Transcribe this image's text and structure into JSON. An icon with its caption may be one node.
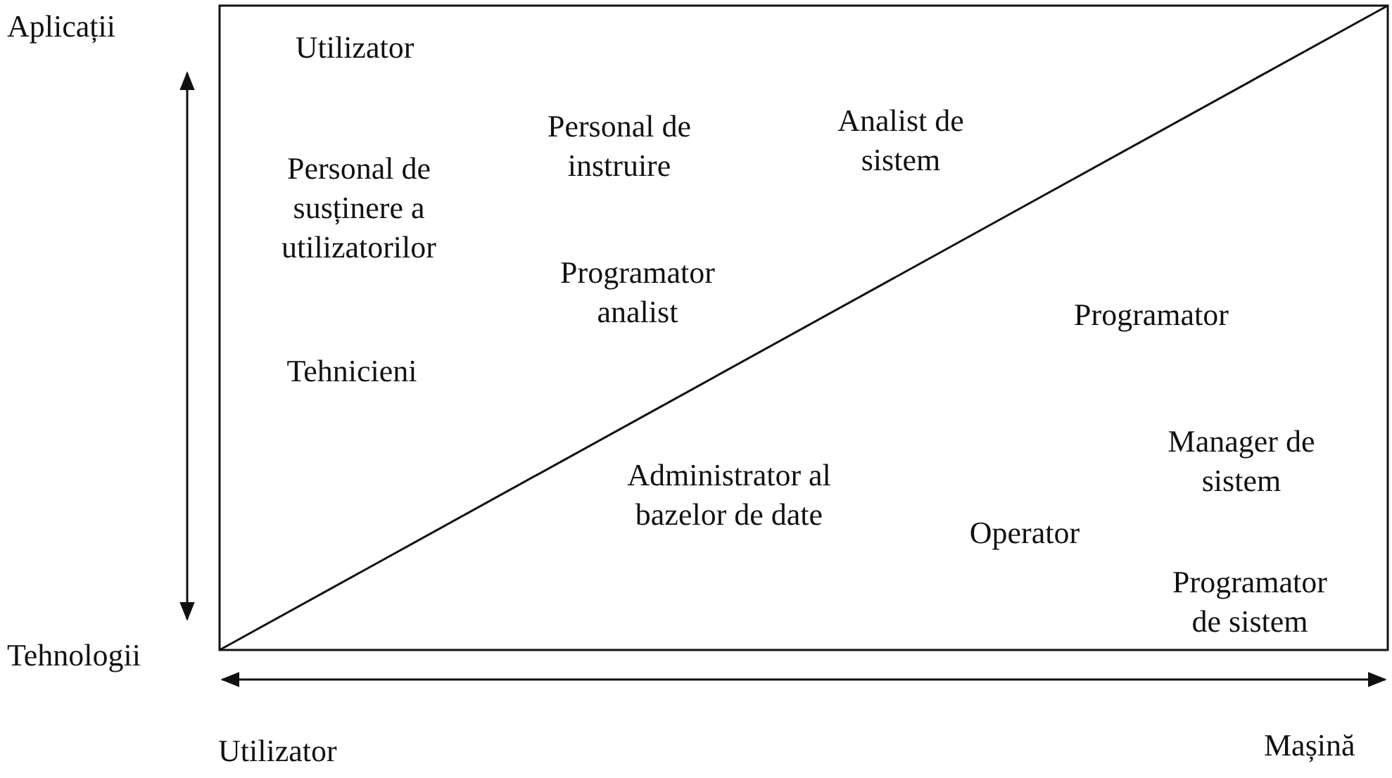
{
  "diagram": {
    "labels": [
      "Aplicații",
      "Utilizator",
      "Personal de instruire",
      "Analist de sistem",
      "Personal de susținere a utilizatorilor",
      "Programator analist",
      "Programator",
      "Tehnicieni",
      "Manager de sistem",
      "Administrator al bazelor de date",
      "Operator",
      "Programator de sistem",
      "Tehnologii",
      "Utilizator",
      "Mașină"
    ]
  }
}
